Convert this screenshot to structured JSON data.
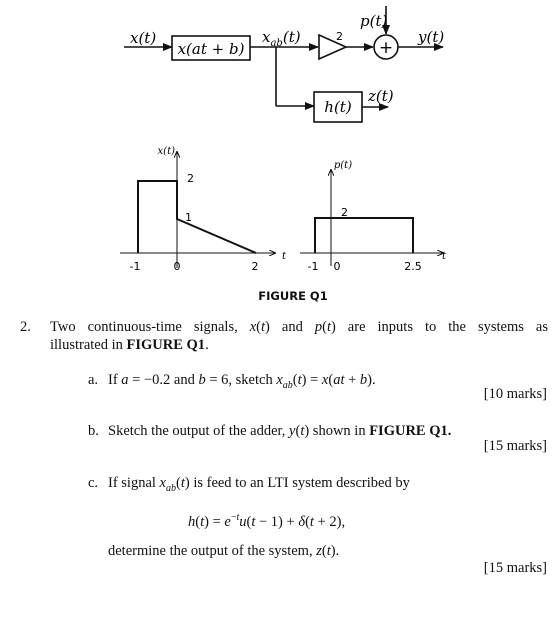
{
  "block_diagram": {
    "input_label": "x(t)",
    "block1_label": "x(at + b)",
    "intermediate_label": "x_ab(t)",
    "gain_label": "2",
    "adder_input_label": "p(t)",
    "adder_symbol": "+",
    "output_label": "y(t)",
    "system_label": "h(t)",
    "system_output_label": "z(t)"
  },
  "plots": {
    "xt": {
      "title": "x(t)",
      "x_ticks": [
        "-1",
        "0",
        "2"
      ],
      "y_levels": [
        "2",
        "1"
      ],
      "axis_arrow_label": "t"
    },
    "pt": {
      "title": "p(t)",
      "x_ticks": [
        "-1",
        "0",
        "2.5"
      ],
      "y_levels": [
        "2"
      ],
      "axis_arrow_label": "t"
    }
  },
  "figure_caption": "FIGURE Q1",
  "question": {
    "number": "2.",
    "intro_line1": "Two continuous-time signals, x(t) and p(t) are inputs to the systems as",
    "intro_line2_pre": "illustrated in ",
    "intro_line2_bold": "FIGURE Q1",
    "intro_line2_post": ".",
    "parts": [
      {
        "label": "a.",
        "text": "If a = −0.2 and b = 6, sketch x_ab(t) = x(at + b).",
        "marks": "[10 marks]"
      },
      {
        "label": "b.",
        "text_pre": "Sketch the output of the adder, y(t) shown in ",
        "text_bold": "FIGURE Q1.",
        "marks": "[15 marks]"
      },
      {
        "label": "c.",
        "text": "If signal x_ab(t) is feed to an LTI system described by",
        "equation": "h(t) = e^{−t}u(t − 1) + δ(t + 2),",
        "text_after": "determine the output of the system, z(t).",
        "marks": "[15 marks]"
      }
    ]
  }
}
